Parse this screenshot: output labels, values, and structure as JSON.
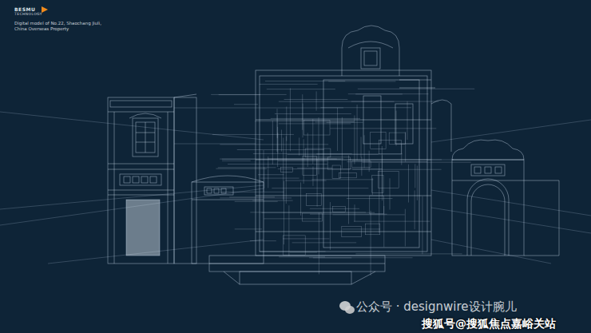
{
  "diagram": {
    "labels": [
      "BESMU",
      "TECHNOLOGY",
      "Digital model of No.22, Shaochang Jiuli, China Overseas Property",
      "公众号 · designwire设计腕儿",
      "搜狐号@搜狐焦点嘉峪关站"
    ]
  }
}
